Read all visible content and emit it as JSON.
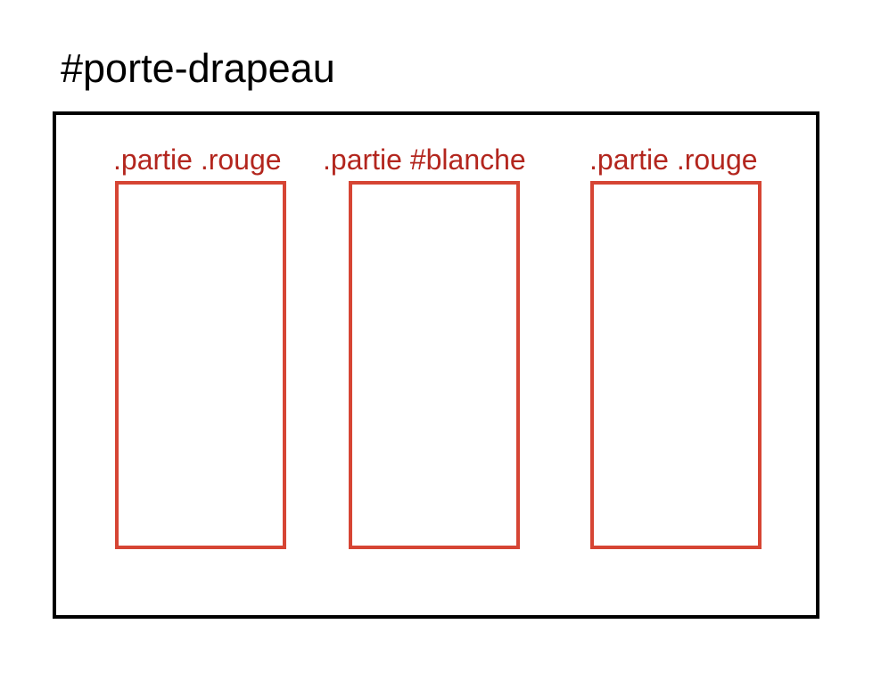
{
  "container": {
    "label": "#porte-drapeau",
    "border_color": "#000000"
  },
  "parts": [
    {
      "label": ".partie .rouge",
      "border_color": "#d64534",
      "text_color": "#b3261e"
    },
    {
      "label": ".partie #blanche",
      "border_color": "#d64534",
      "text_color": "#b3261e"
    },
    {
      "label": ".partie .rouge",
      "border_color": "#d64534",
      "text_color": "#b3261e"
    }
  ]
}
